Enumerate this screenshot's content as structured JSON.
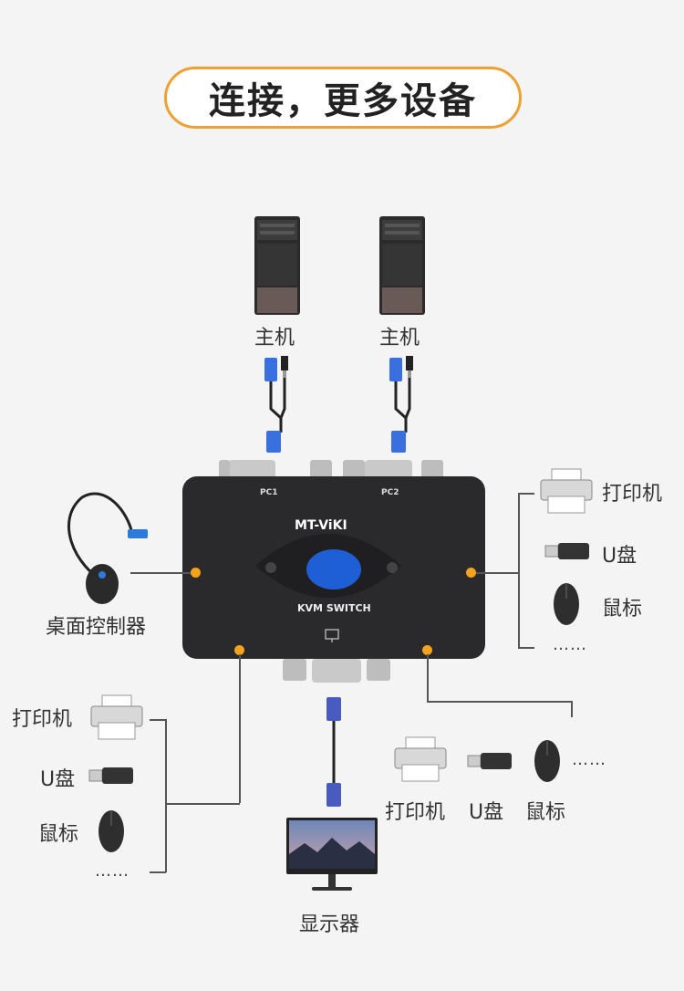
{
  "title": "连接，更多设备",
  "hosts": [
    {
      "label": "主机"
    },
    {
      "label": "主机"
    }
  ],
  "switch": {
    "brand": "MT-ViKI",
    "port1": "PC1",
    "port2": "PC2",
    "model": "KVM SWITCH"
  },
  "desk_controller": {
    "label": "桌面控制器"
  },
  "right_devices": {
    "printer": "打印机",
    "usb": "U盘",
    "mouse": "鼠标",
    "more": "……"
  },
  "left_devices": {
    "printer": "打印机",
    "usb": "U盘",
    "mouse": "鼠标",
    "more": "……"
  },
  "bottom_devices": {
    "printer": "打印机",
    "usb": "U盘",
    "mouse": "鼠标",
    "more": "……"
  },
  "monitor": {
    "label": "显示器"
  },
  "colors": {
    "accent": "#f0a032",
    "dot": "#f5a21c",
    "switch_body": "#2a2a2c",
    "button": "#1f5fd6",
    "vga": "#3a6fe0"
  }
}
